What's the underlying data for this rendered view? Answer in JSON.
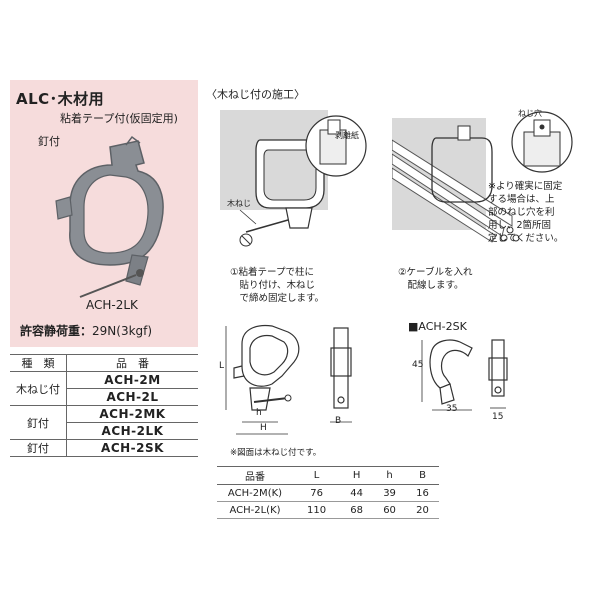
{
  "left_panel": {
    "title": "ALC･木材用",
    "subtitle": "粘着テープ付(仮固定用)",
    "nail_label": "釘付",
    "model": "ACH-2LK",
    "load_label": "許容静荷重：",
    "load_value": "29N(3kgf)"
  },
  "product_table": {
    "headers": [
      "種　類",
      "品　番"
    ],
    "rows": [
      {
        "type": "木ねじ付",
        "numbers": [
          "ACH-2M",
          "ACH-2L"
        ]
      },
      {
        "type": "釘付",
        "numbers": [
          "ACH-2MK",
          "ACH-2LK"
        ]
      },
      {
        "type": "釘付",
        "numbers": [
          "ACH-2SK"
        ]
      }
    ]
  },
  "construction": {
    "title": "〈木ねじ付の施工〉",
    "label_screw": "木ねじ",
    "label_peel": "剥離紙",
    "label_hole": "ねじ穴",
    "step1_lines": [
      "①粘着テープで柱に",
      "　貼り付け、木ねじ",
      "　で締め固定します。"
    ],
    "step2_lines": [
      "②ケーブルを入れ",
      "　配線します。"
    ],
    "note_lines": [
      "※より確実に固定",
      "する場合は、上",
      "部のねじ穴を利",
      "用し、2箇所固",
      "定してください。"
    ]
  },
  "dimension_drawing": {
    "labels": {
      "L": "L",
      "h": "h",
      "H": "H",
      "B": "B"
    },
    "sk_title": "■ACH-2SK",
    "sk_dims": {
      "height": "45",
      "width": "35",
      "depth": "15"
    },
    "note": "※図面は木ねじ付です。"
  },
  "dimension_table": {
    "headers": [
      "品番",
      "L",
      "H",
      "h",
      "B"
    ],
    "rows": [
      [
        "ACH-2M(K)",
        "76",
        "44",
        "39",
        "16"
      ],
      [
        "ACH-2L(K)",
        "110",
        "68",
        "60",
        "20"
      ]
    ]
  },
  "colors": {
    "panel_pink": "#f6dcdc",
    "product_gray": "#8a8e94",
    "photo_bg": "#d9d9d9"
  }
}
